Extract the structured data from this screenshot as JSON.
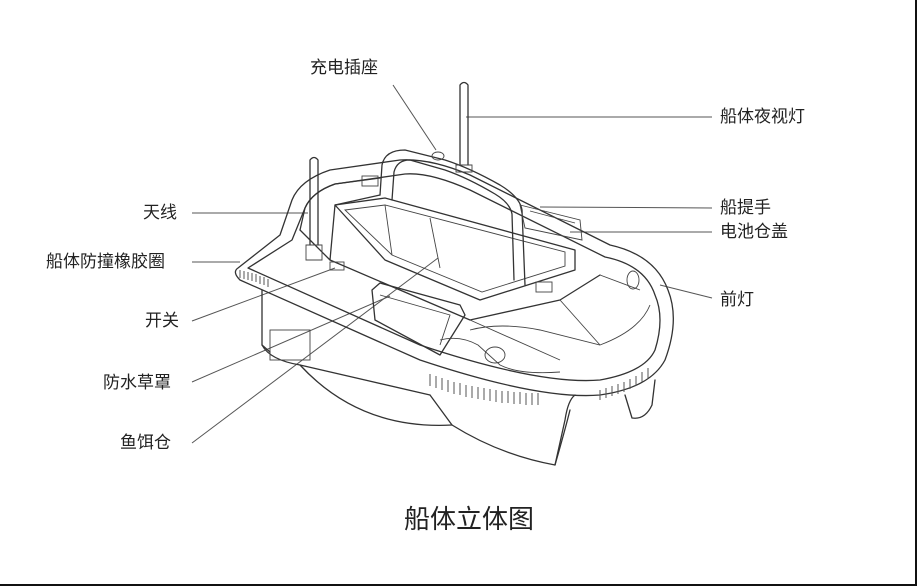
{
  "labels": {
    "charging_socket": "充电插座",
    "hull_night_light": "船体夜视灯",
    "antenna": "天线",
    "boat_handle": "船提手",
    "battery_cover": "电池仓盖",
    "bumper_ring": "船体防撞橡胶圈",
    "front_light": "前灯",
    "switch": "开关",
    "weed_guard": "防水草罩",
    "bait_compartment": "鱼饵仓"
  },
  "caption": "船体立体图"
}
